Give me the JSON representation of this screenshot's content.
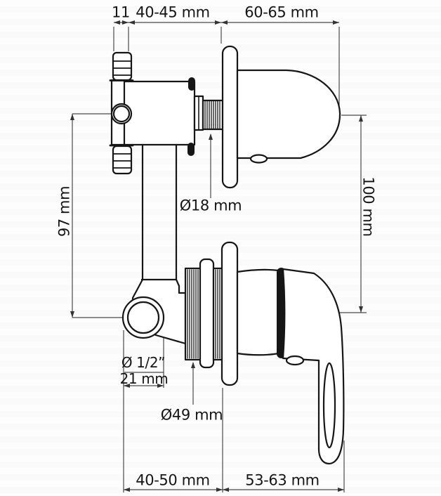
{
  "dimensions": {
    "top_offset": "11",
    "top_body_width": "40-45 mm",
    "top_handle_depth": "60-65 mm",
    "left_height": "97 mm",
    "right_height": "100 mm",
    "upper_thread_diameter": "Ø18 mm",
    "outlet_thread_inch": "Ø 1/2”",
    "outlet_thread_mm": "21 mm",
    "lower_thread_diameter": "Ø49 mm",
    "bottom_wall_depth": "40-50 mm",
    "bottom_protrusion": "53-63 mm"
  },
  "colors": {
    "outline": "#161616",
    "dimension_line": "#4a4a4a",
    "background": "#fcfcfc"
  }
}
